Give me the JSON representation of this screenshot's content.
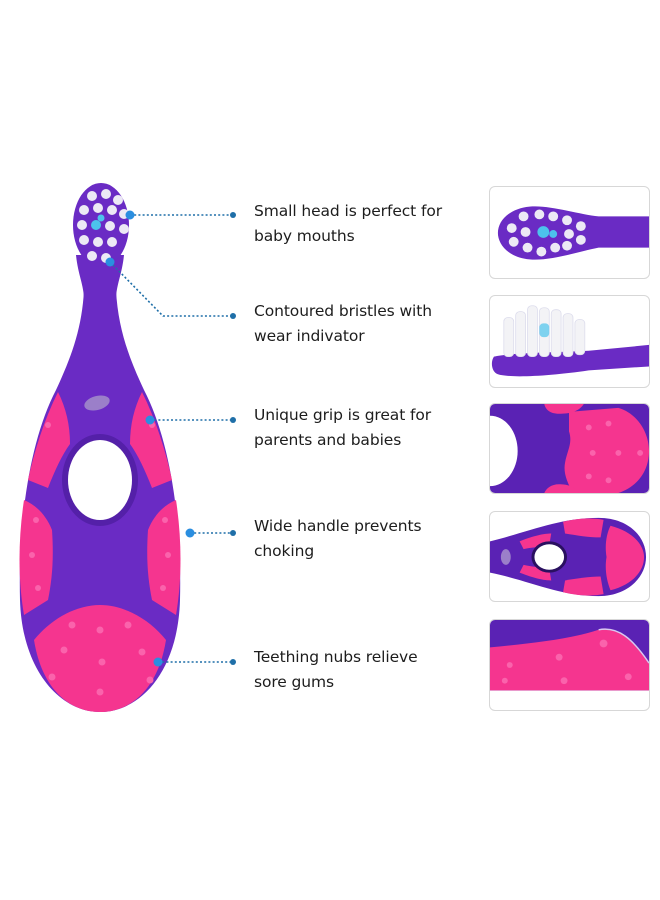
{
  "features": [
    {
      "line1": "Small head is perfect for",
      "line2": "baby mouths",
      "icon": "brush-head-top-view"
    },
    {
      "line1": "Contoured bristles with",
      "line2": "wear indivator",
      "icon": "bristles-side-view"
    },
    {
      "line1": "Unique grip is great for",
      "line2": "parents and babies",
      "icon": "grip-closeup"
    },
    {
      "line1": "Wide handle prevents",
      "line2": "choking",
      "icon": "handle-top-view"
    },
    {
      "line1": "Teething nubs relieve",
      "line2": "sore gums",
      "icon": "teething-nubs-closeup"
    }
  ],
  "colors": {
    "purple": "#6a2bc4",
    "purple_dark": "#5420a8",
    "pink": "#f5358f",
    "pink_light": "#fa4fa0",
    "connector": "#1f6fa8",
    "connector_dot": "#2a8ee0",
    "text": "#1d1d1d",
    "thumb_border": "#d7d7d7"
  }
}
